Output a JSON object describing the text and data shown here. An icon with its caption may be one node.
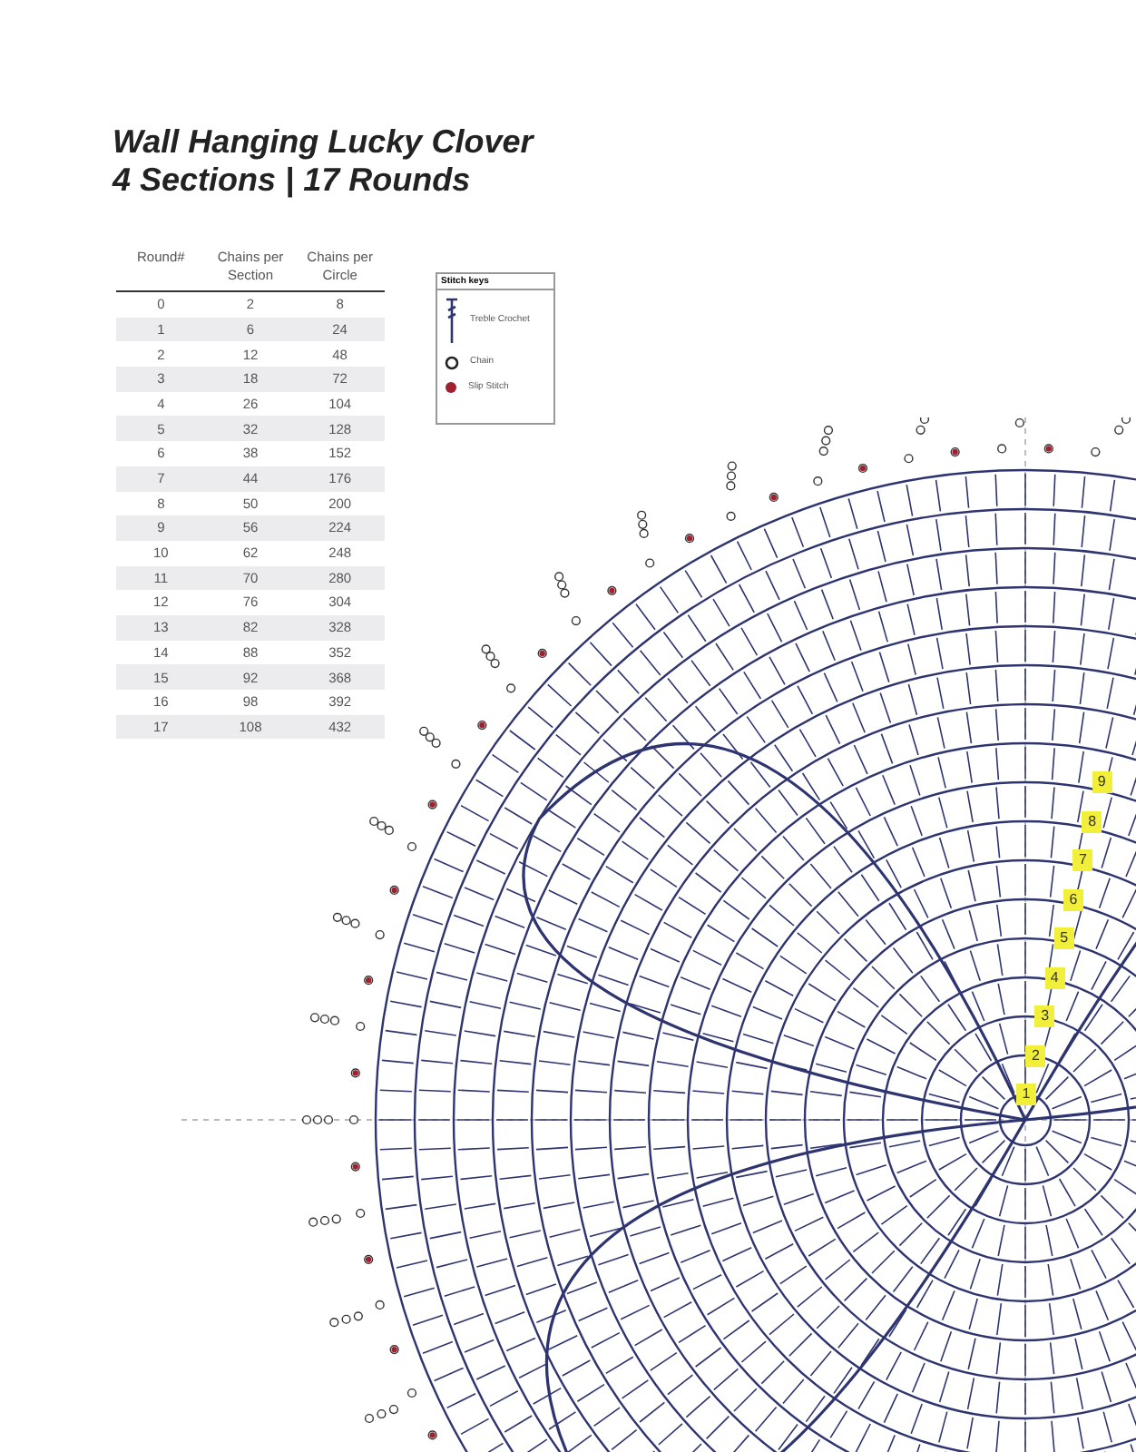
{
  "diagram": {
    "title": "Wall Hanging Lucky Clover",
    "labels": [
      "4  Sections |  17 Rounds",
      "Round#",
      "Chains per Section",
      "Chains per Circle",
      "0",
      "2",
      "8",
      "1",
      "6",
      "24",
      "2",
      "12",
      "48",
      "3",
      "18",
      "72",
      "4",
      "26",
      "104",
      "5",
      "32",
      "128",
      "6",
      "38",
      "152",
      "7",
      "44",
      "176",
      "8",
      "50",
      "200",
      "9",
      "56",
      "224",
      "10",
      "62",
      "248",
      "11",
      "70",
      "280",
      "12",
      "76",
      "304",
      "13",
      "82",
      "328",
      "14",
      "88",
      "352",
      "15",
      "92",
      "368",
      "16",
      "98",
      "392",
      "17",
      "108",
      "432",
      "Stitch keys",
      "1",
      "2",
      "3",
      "4",
      "5",
      "6",
      "7",
      "8",
      "9"
    ],
    "legend": [
      {
        "text": "Treble Crochet"
      },
      {
        "text": "Chain"
      },
      {
        "text": "Slip Stitch"
      }
    ]
  }
}
